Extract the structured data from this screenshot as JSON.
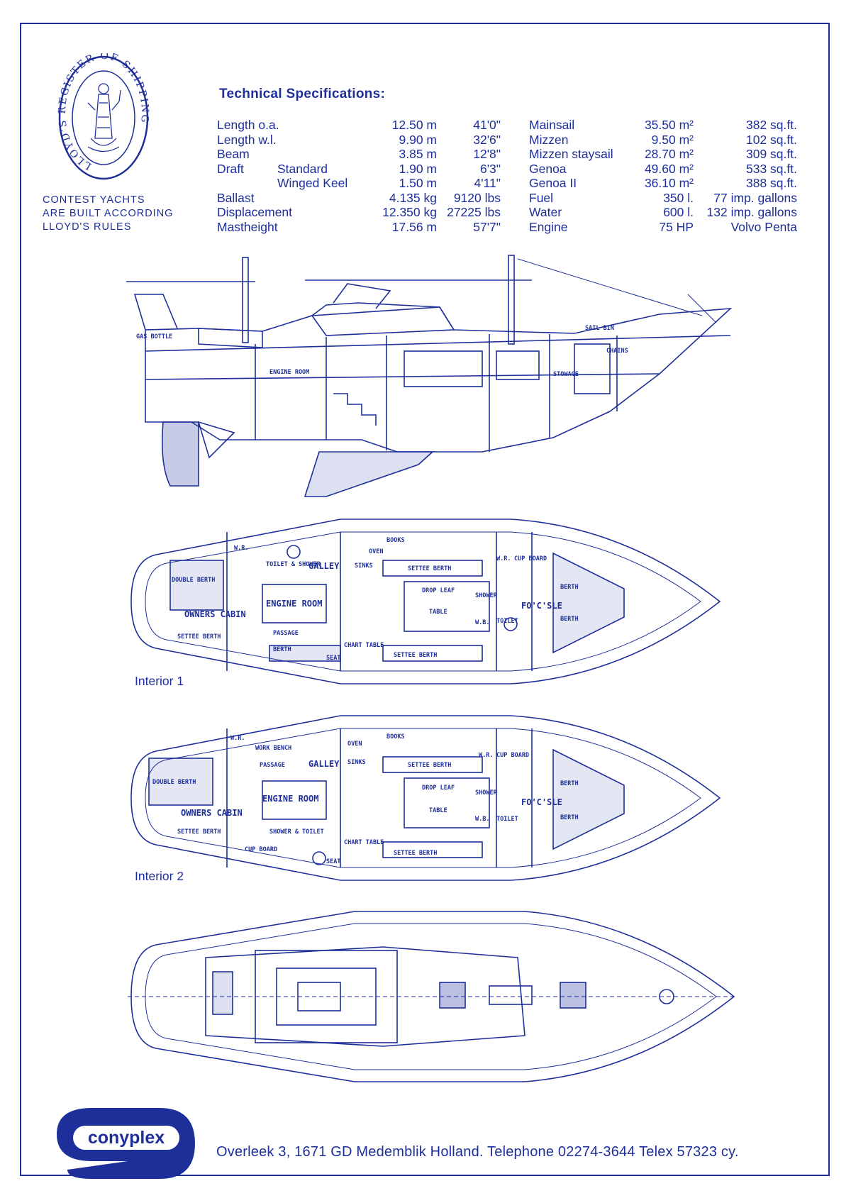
{
  "seal": {
    "ring_text": "LLOYD'S REGISTER OF SHIPPING"
  },
  "lloyds_note": [
    "CONTEST YACHTS",
    "ARE BUILT ACCORDING",
    "LLOYD'S RULES"
  ],
  "specs_title": "Technical Specifications:",
  "specs_left": [
    {
      "label": "Length o.a.",
      "sub": "",
      "metric": "12.50 m",
      "imperial": "41'0\""
    },
    {
      "label": "Length w.l.",
      "sub": "",
      "metric": "9.90 m",
      "imperial": "32'6\""
    },
    {
      "label": "Beam",
      "sub": "",
      "metric": "3.85 m",
      "imperial": "12'8\""
    },
    {
      "label": "Draft",
      "sub": "Standard",
      "metric": "1.90 m",
      "imperial": "6'3\""
    },
    {
      "label": "",
      "sub": "Winged Keel",
      "metric": "1.50 m",
      "imperial": "4'11\""
    },
    {
      "label": "Ballast",
      "sub": "",
      "metric": "4.135 kg",
      "imperial": "9120 lbs"
    },
    {
      "label": "Displacement",
      "sub": "",
      "metric": "12.350 kg",
      "imperial": "27225 lbs"
    },
    {
      "label": "Mastheight",
      "sub": "",
      "metric": "17.56 m",
      "imperial": "57'7\""
    }
  ],
  "specs_right": [
    {
      "label": "Mainsail",
      "metric": "35.50 m²",
      "imperial": "382 sq.ft."
    },
    {
      "label": "Mizzen",
      "metric": "9.50 m²",
      "imperial": "102 sq.ft."
    },
    {
      "label": "Mizzen staysail",
      "metric": "28.70 m²",
      "imperial": "309 sq.ft."
    },
    {
      "label": "Genoa",
      "metric": "49.60 m²",
      "imperial": "533 sq.ft."
    },
    {
      "label": "Genoa II",
      "metric": "36.10 m²",
      "imperial": "388 sq.ft."
    },
    {
      "label": "Fuel",
      "metric": "350 l.",
      "imperial": "77 imp. gallons"
    },
    {
      "label": "Water",
      "metric": "600 l.",
      "imperial": "132 imp. gallons"
    },
    {
      "label": "Engine",
      "metric": "75 HP",
      "imperial": "Volvo Penta"
    }
  ],
  "profile_labels": {
    "gas_bottle": "GAS BOTTLE",
    "engine_room": "ENGINE ROOM",
    "sail_bin": "SAIL BIN",
    "chains": "CHAINS",
    "stowage": "STOWAGE"
  },
  "interior1": {
    "caption": "Interior 1",
    "labels": {
      "wr": "W.R.",
      "toilet_shower": "TOILET & SHOWER",
      "galley": "GALLEY",
      "oven": "OVEN",
      "books": "BOOKS",
      "sinks": "SINKS",
      "settee_berth": "SETTEE BERTH",
      "wr2": "W.R.",
      "cupboard": "CUP BOARD",
      "double_berth": "DOUBLE BERTH",
      "engine_room": "ENGINE ROOM",
      "drop_leaf": "DROP LEAF",
      "table": "TABLE",
      "shower": "SHOWER",
      "focsle": "FO'C'SLE",
      "berth": "BERTH",
      "berth2": "BERTH",
      "owners_cabin": "OWNERS CABIN",
      "passage": "PASSAGE",
      "wb": "W.B.",
      "toilet": "TOILET",
      "settee_berth_aft": "SETTEE BERTH",
      "berth_aft": "BERTH",
      "chart_table": "CHART TABLE",
      "seat": "SEAT",
      "settee_berth2": "SETTEE BERTH"
    }
  },
  "interior2": {
    "caption": "Interior 2",
    "labels": {
      "wr": "W.R.",
      "work_bench": "WORK BENCH",
      "passage": "PASSAGE",
      "galley": "GALLEY",
      "oven": "OVEN",
      "sinks": "SINKS",
      "books": "BOOKS",
      "settee_berth": "SETTEE BERTH",
      "wr2": "W.R.",
      "cupboard": "CUP BOARD",
      "double_berth": "DOUBLE BERTH",
      "engine_room": "ENGINE ROOM",
      "drop_leaf": "DROP LEAF",
      "table": "TABLE",
      "shower": "SHOWER",
      "focsle": "FO'C'SLE",
      "berth": "BERTH",
      "berth2": "BERTH",
      "owners_cabin": "OWNERS CABIN",
      "settee_berth_aft": "SETTEE BERTH",
      "shower_toilet": "SHOWER & TOILET",
      "wb": "W.B.",
      "toilet": "TOILET",
      "cupboard2": "CUP BOARD",
      "chart_table": "CHART TABLE",
      "seat": "SEAT",
      "settee_berth2": "SETTEE BERTH"
    }
  },
  "logo": {
    "text": "conyplex"
  },
  "address": "Overleek 3, 1671 GD Medemblik Holland. Telephone 02274-3644 Telex 57323 cy.",
  "colors": {
    "ink": "#1e2f9a",
    "paper": "#ffffff"
  }
}
